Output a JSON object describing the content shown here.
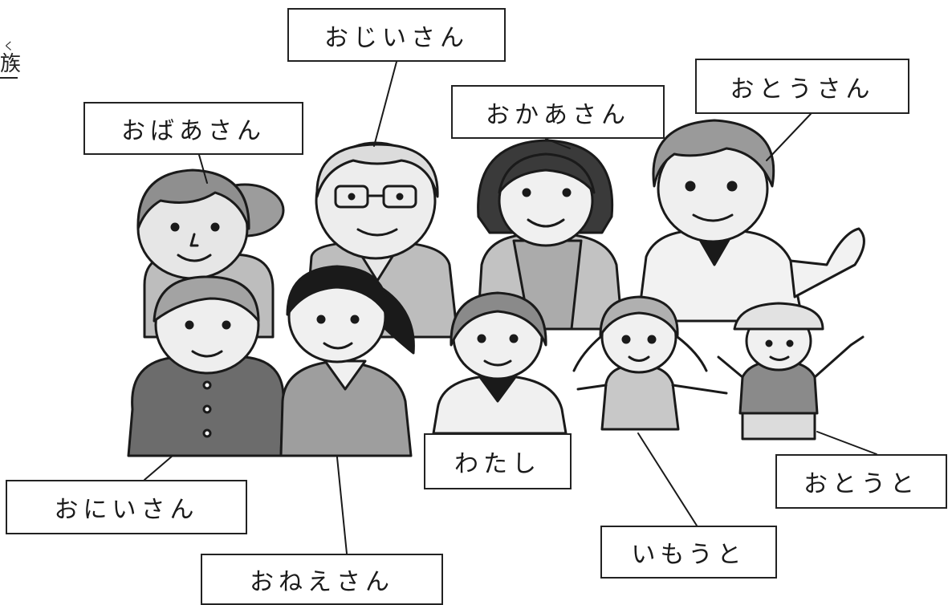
{
  "heading_fragment": {
    "ruby": "く",
    "kanji": "族"
  },
  "labels": {
    "grandfather": "おじいさん",
    "grandmother": "おばあさん",
    "mother": "おかあさん",
    "father": "おとうさん",
    "older_brother": "おにいさん",
    "older_sister": "おねえさん",
    "me": "わたし",
    "younger_sister": "いもうと",
    "younger_brother": "おとうと"
  }
}
